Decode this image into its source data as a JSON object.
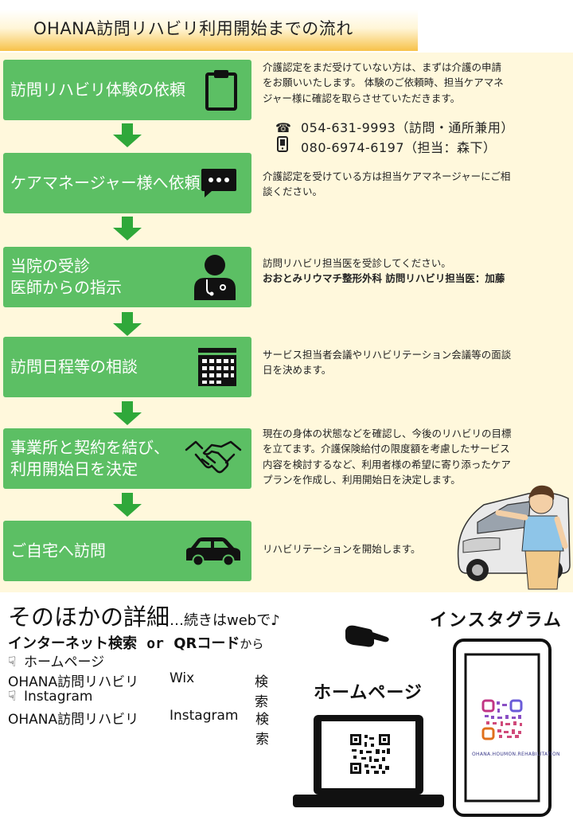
{
  "title": "OHANA訪問リハビリ利用開始までの流れ",
  "steps": [
    {
      "label_lines": [
        "訪問リハビリ体験の依頼"
      ],
      "icon": "clipboard-icon"
    },
    {
      "label_lines": [
        "ケアマネージャー様へ依頼"
      ],
      "icon": "speech-bubble-icon"
    },
    {
      "label_lines": [
        "当院の受診",
        "医師からの指示"
      ],
      "icon": "doctor-icon"
    },
    {
      "label_lines": [
        "訪問日程等の相談"
      ],
      "icon": "calendar-icon"
    },
    {
      "label_lines": [
        "事業所と契約を結び、",
        "利用開始日を決定"
      ],
      "icon": "handshake-icon"
    },
    {
      "label_lines": [
        "ご自宅へ訪問"
      ],
      "icon": "car-icon"
    }
  ],
  "descriptions": {
    "step1_lines": [
      "介護認定をまだ受けていない方は、まずは介護の申請",
      "をお願いいたします。 体験のご依頼時、担当ケアマネ",
      "ジャー様に確認を取らさせていただきます。"
    ],
    "phone1": "054-631-9993（訪問・通所兼用）",
    "phone2": "080-6974-6197（担当：森下）",
    "step2_lines": [
      "介護認定を受けている方は担当ケアマネージャーにご相",
      "談ください。"
    ],
    "step3_line1": "訪問リハビリ担当医を受診してください。",
    "step3_line2": "おおとみリウマチ整形外科  訪問リハビリ担当医：加藤",
    "step4_lines": [
      "サービス担当者会議やリハビリテーション会議等の面談",
      "日を決めます。"
    ],
    "step5_lines": [
      "現在の身体の状態などを確認し、今後のリハビリの目標",
      "を立てます。介護保険給付の限度額を考慮したサービス",
      "内容を検討するなど、利用者様の希望に寄り添ったケア",
      "プランを作成し、利用開始日を決定します。"
    ],
    "step6": "リハビリテーションを開始します。"
  },
  "details": {
    "heading_main": "そのほかの詳細",
    "heading_sub": "…続きはwebで♪",
    "search_title": "インターネット検索",
    "or_text": "or",
    "qr_text": "QRコード",
    "kara": "から",
    "homepage_label": "ホームページ",
    "homepage_query": "OHANA訪問リハビリ",
    "homepage_site": "Wix",
    "search_word": "検索",
    "instagram_label": "Instagram",
    "instagram_query": "OHANA訪問リハビリ",
    "instagram_site": "Instagram",
    "instagram_search_word": "検索",
    "insta_title": "インスタグラム",
    "home_title": "ホームページ",
    "insta_handle": "OHANA.HOUMON.REHABILITATION"
  },
  "colors": {
    "step_green": "#5cbf64",
    "flow_background": "#fff8dc",
    "title_gold": "#f7c24a"
  }
}
